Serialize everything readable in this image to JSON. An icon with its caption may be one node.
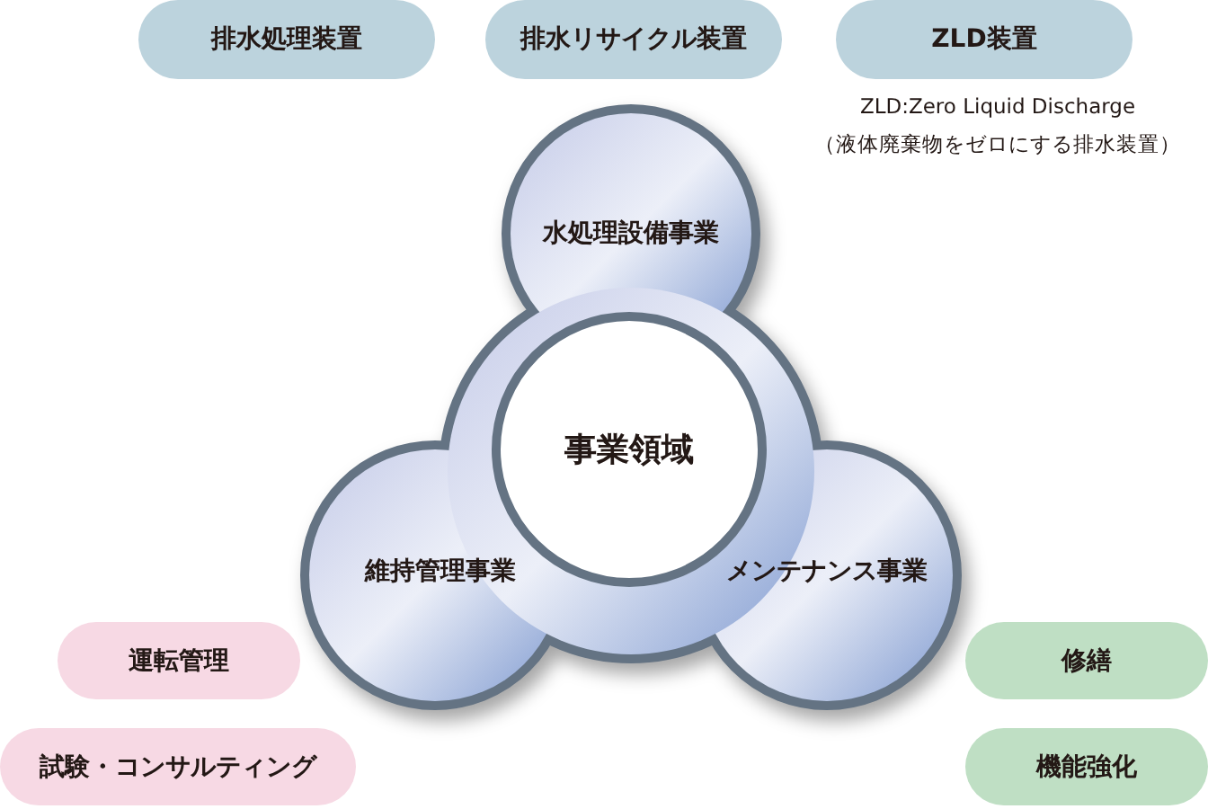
{
  "diagram": {
    "nodes": [
      {
        "text": [
          "排水処理装置"
        ]
      },
      {
        "text": [
          "排水リサイクル装置"
        ]
      },
      {
        "text": [
          "ZLD装置"
        ],
        "beside": [
          "ZLD:Zero Liquid Discharge",
          "（液体廃棄物をゼロにする排水装置）"
        ]
      },
      {
        "text": [
          "水処理設備事業",
          "維持管理事業",
          "メンテナンス事業"
        ]
      },
      {
        "text": [
          "事業領域"
        ],
        "in": 3
      },
      {
        "text": [
          "運転管理"
        ]
      },
      {
        "text": [
          "試験・コンサルティング"
        ]
      },
      {
        "text": [
          "修繕"
        ]
      },
      {
        "text": [
          "機能強化"
        ]
      }
    ]
  }
}
